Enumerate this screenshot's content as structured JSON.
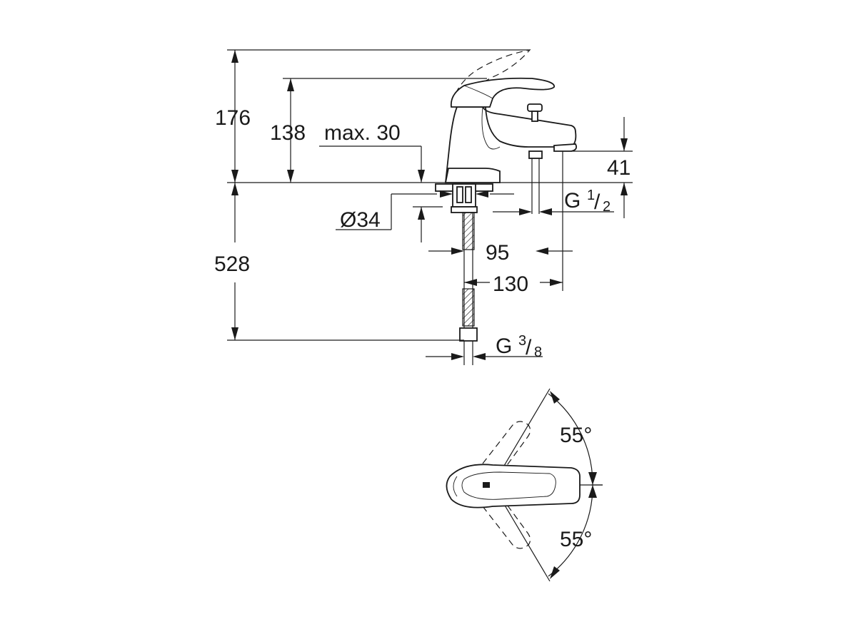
{
  "dimensions": {
    "total_height": "176",
    "lever_height": "138",
    "max_deck": "max. 30",
    "spout_height": "41",
    "hole_diameter": "Ø34",
    "hose_length": "528",
    "spout_offset": "95",
    "spout_reach": "130",
    "thread_outlet_base": "G",
    "thread_outlet_num": "1",
    "thread_outlet_den": "2",
    "thread_inlet_base": "G",
    "thread_inlet_num": "3",
    "thread_inlet_den": "8",
    "angle_upper": "55°",
    "angle_lower": "55°"
  }
}
